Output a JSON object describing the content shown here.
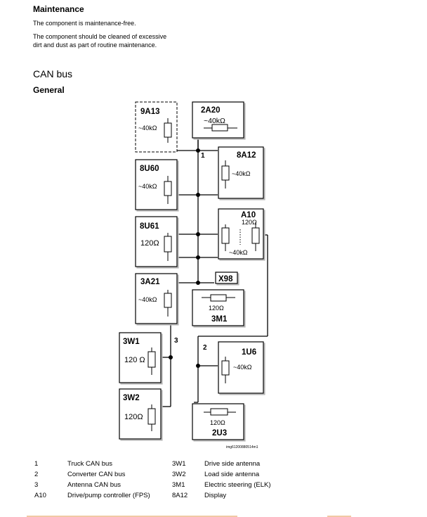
{
  "maintenance": {
    "title": "Maintenance",
    "para1": "The component is maintenance-free.",
    "para2_line1": "The component should be cleaned of excessive",
    "para2_line2": "dirt and dust as part of routine maintenance."
  },
  "canbus": {
    "title": "CAN bus",
    "subtitle": "General"
  },
  "diagram": {
    "boxes": {
      "b9A13": "9A13",
      "b2A20": "2A20",
      "b8A12": "8A12",
      "b8U60": "8U60",
      "bA10": "A10",
      "b8U61": "8U61",
      "b3A21": "3A21",
      "bX98": "X98",
      "b3M1": "3M1",
      "b3W1": "3W1",
      "b1U6": "1U6",
      "b3W2": "3W2",
      "b2U3": "2U3"
    },
    "values": {
      "r40": "~40kΩ",
      "r120": "120Ω",
      "r120s": "120 Ω"
    },
    "nodes": {
      "n1": "1",
      "n2": "2",
      "n3": "3"
    },
    "img_id": "img61200880514m1"
  },
  "legend": [
    {
      "key": "1",
      "desc": "Truck CAN bus"
    },
    {
      "key": "2",
      "desc": "Converter CAN bus"
    },
    {
      "key": "3",
      "desc": "Antenna CAN bus"
    },
    {
      "key": "A10",
      "desc": "Drive/pump controller (FPS)"
    }
  ],
  "legend2": [
    {
      "key": "3W1",
      "desc": "Drive side antenna"
    },
    {
      "key": "3W2",
      "desc": "Load side antenna"
    },
    {
      "key": "3M1",
      "desc": "Electric steering (ELK)"
    },
    {
      "key": "8A12",
      "desc": "Display"
    }
  ]
}
